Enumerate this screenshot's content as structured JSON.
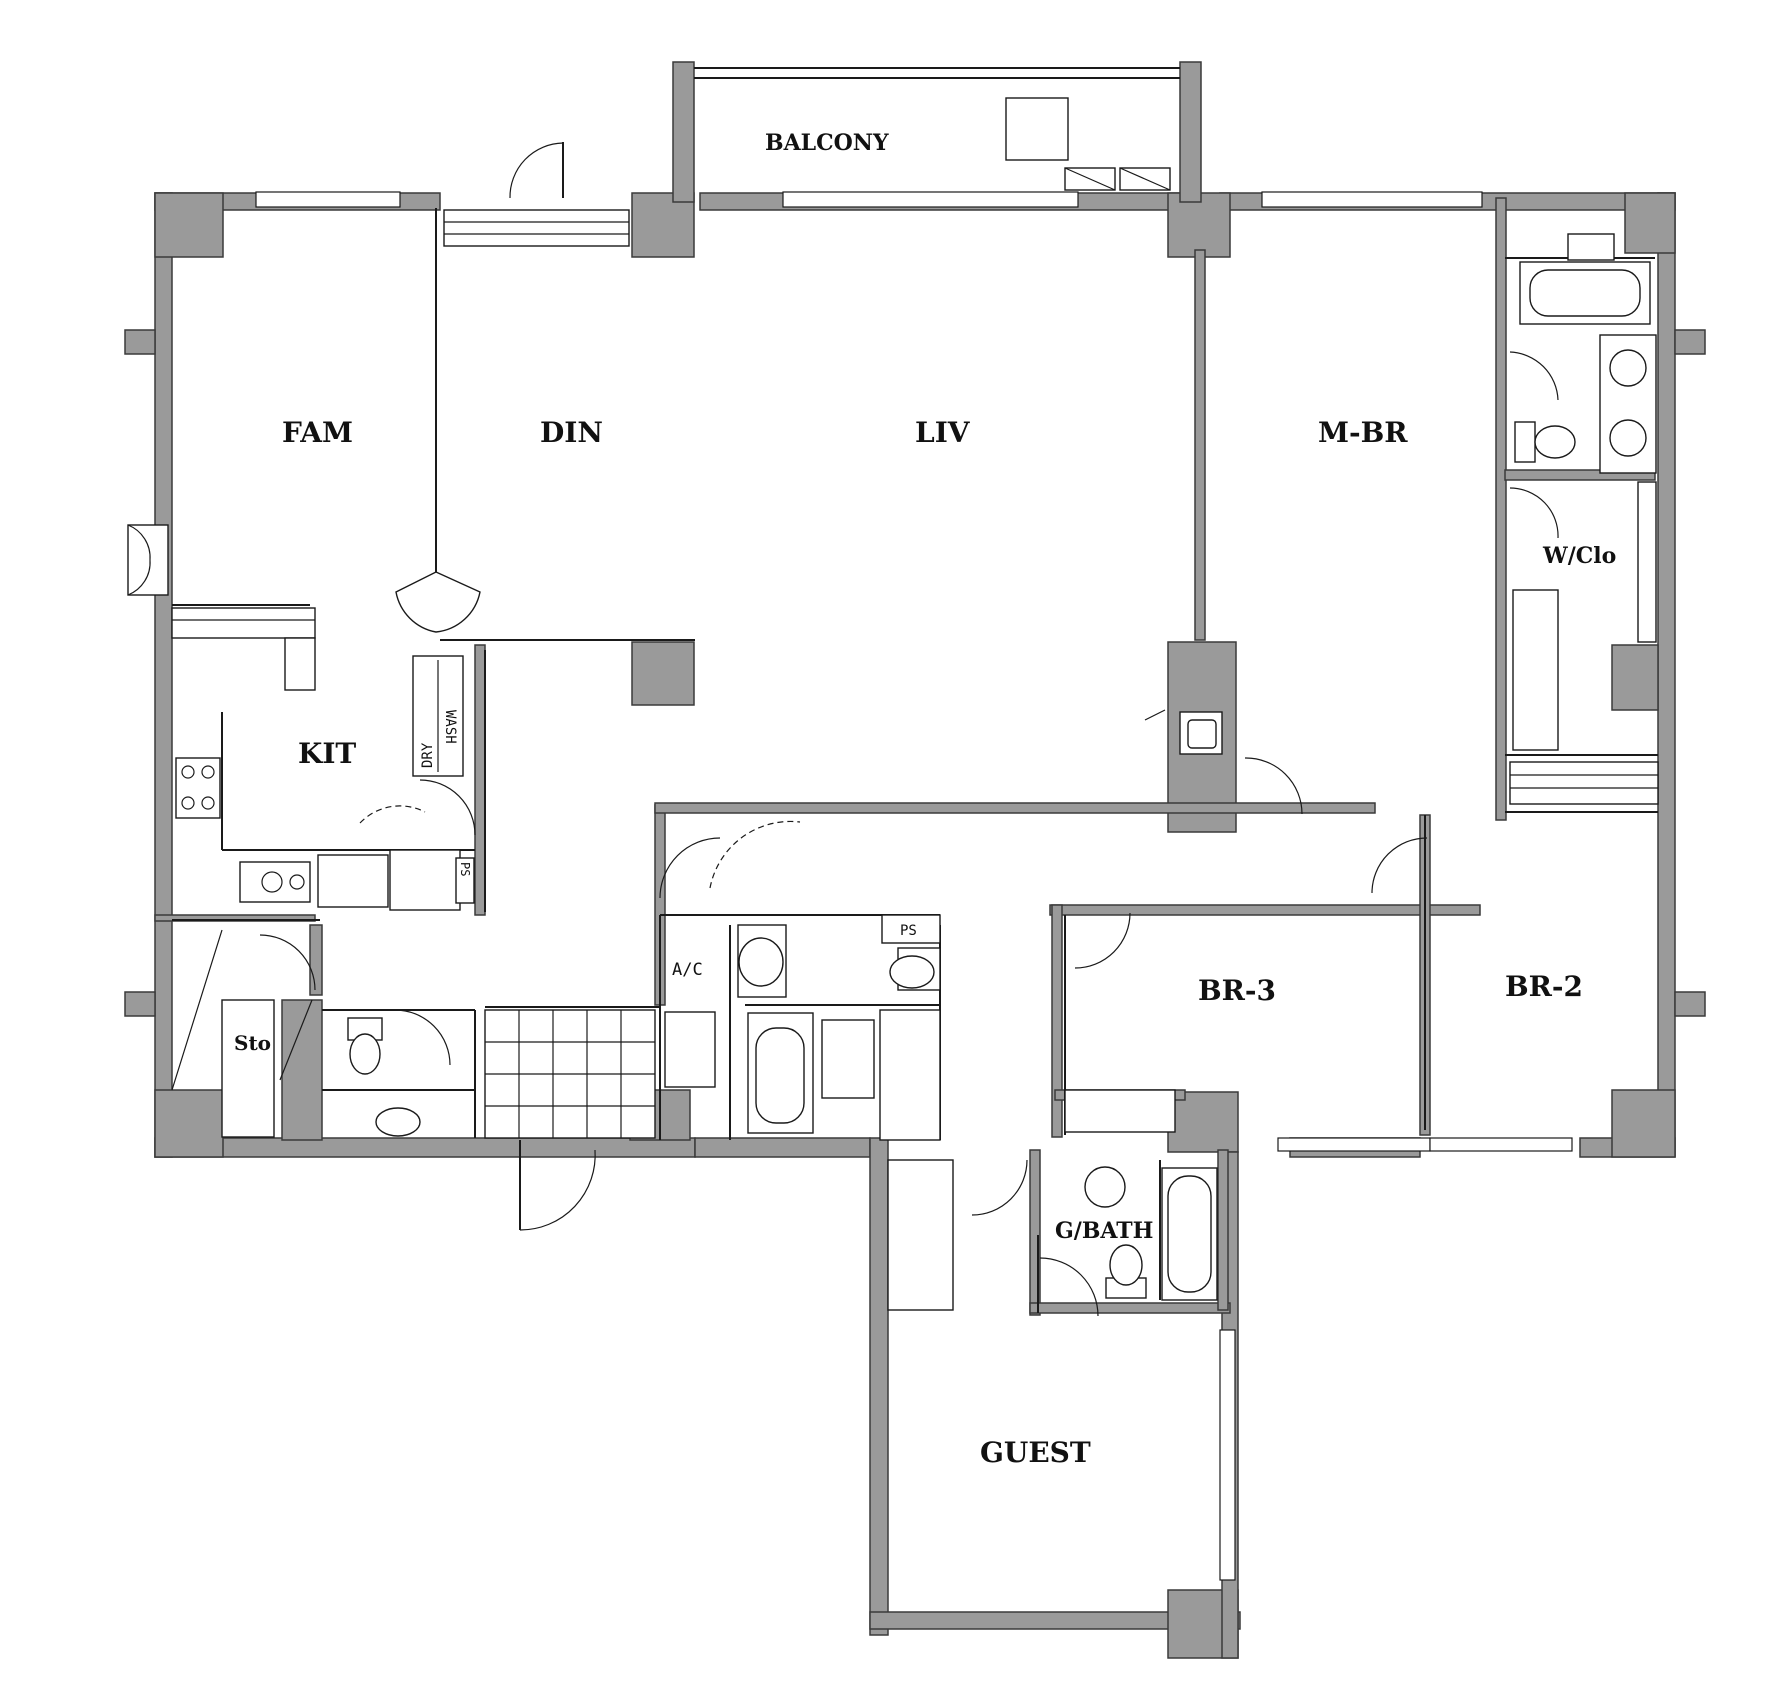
{
  "floor_plan": {
    "rooms": {
      "balcony": "BALCONY",
      "fam": "FAM",
      "din": "DIN",
      "liv": "LIV",
      "mbr": "M-BR",
      "wclo": "W/Clo",
      "kit": "KIT",
      "sto": "Sto",
      "br3": "BR-3",
      "br2": "BR-2",
      "gbath": "G/BATH",
      "guest": "GUEST"
    },
    "fixtures": {
      "dry": "DRY",
      "wash": "WASH",
      "ps_kitchen": "PS",
      "ac": "A/C",
      "ps_bath": "PS"
    },
    "colors": {
      "wall": "#9a9a9a",
      "line": "#1a1a1a",
      "background": "#ffffff"
    }
  }
}
